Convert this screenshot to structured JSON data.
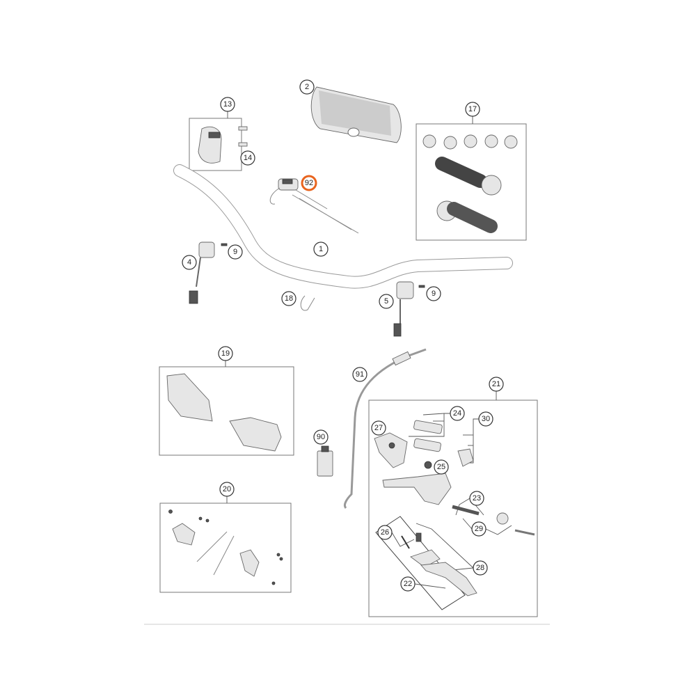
{
  "diagram": {
    "highlighted_part": "92",
    "highlight_color": "#e8641e",
    "callouts": [
      "1",
      "2",
      "4",
      "5",
      "9",
      "9",
      "13",
      "14",
      "17",
      "18",
      "19",
      "20",
      "21",
      "22",
      "23",
      "24",
      "25",
      "26",
      "27",
      "28",
      "29",
      "30",
      "90",
      "91",
      "92"
    ],
    "groups": [
      {
        "label": "13",
        "contains": [
          "14"
        ]
      },
      {
        "label": "17"
      },
      {
        "label": "19"
      },
      {
        "label": "20"
      },
      {
        "label": "21",
        "contains": [
          "22",
          "23",
          "24",
          "25",
          "26",
          "27",
          "28",
          "29",
          "30"
        ]
      }
    ]
  }
}
